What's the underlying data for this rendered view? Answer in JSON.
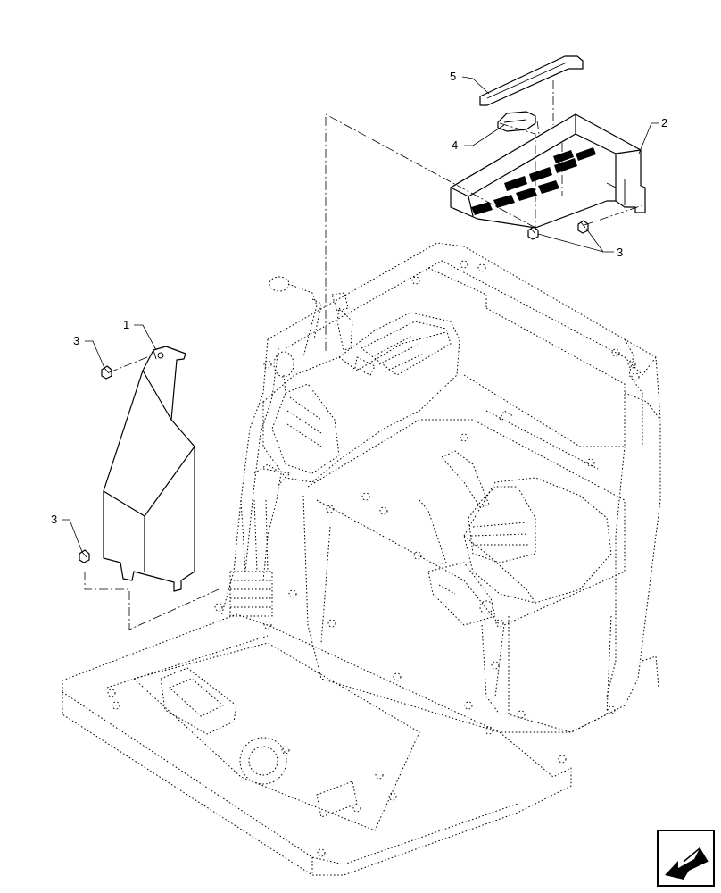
{
  "diagram": {
    "callouts": [
      {
        "id": "c1",
        "label": "1"
      },
      {
        "id": "c2",
        "label": "2"
      },
      {
        "id": "c3a",
        "label": "3"
      },
      {
        "id": "c3b",
        "label": "3"
      },
      {
        "id": "c3c",
        "label": "3"
      },
      {
        "id": "c4",
        "label": "4"
      },
      {
        "id": "c5",
        "label": "5"
      }
    ],
    "parts": [
      {
        "item": "1",
        "depiction": "side-cover-panel"
      },
      {
        "item": "2",
        "depiction": "console-cover"
      },
      {
        "item": "3",
        "depiction": "screw"
      },
      {
        "item": "4",
        "depiction": "clip"
      },
      {
        "item": "5",
        "depiction": "trim-strip"
      }
    ],
    "nav_icon": "next-page-arrow-icon"
  }
}
